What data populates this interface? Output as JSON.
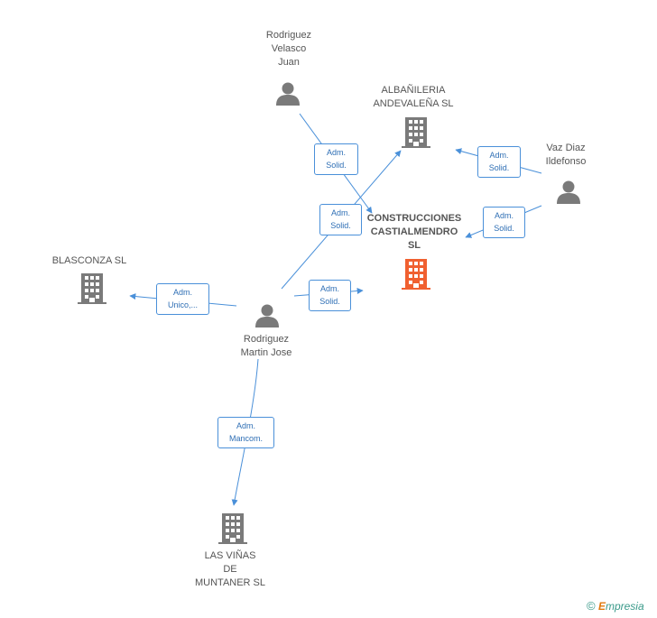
{
  "colors": {
    "edge": "#4a90d9",
    "node": "#7a7a7a",
    "main": "#f06030"
  },
  "nodes": {
    "rodriguez_velasco": {
      "label": "Rodriguez\nVelasco\nJuan",
      "icon": "person-icon"
    },
    "albanileria": {
      "label": "ALBAÑILERIA\nANDEVALEÑA SL",
      "icon": "building-icon"
    },
    "vaz_diaz": {
      "label": "Vaz Diaz\nIldefonso",
      "icon": "person-icon"
    },
    "construcciones": {
      "label": "CONSTRUCCIONES\nCASTIALMENDRO\nSL",
      "icon": "building-icon"
    },
    "blasconza": {
      "label": "BLASCONZA SL",
      "icon": "building-icon"
    },
    "rodriguez_martin": {
      "label": "Rodriguez\nMartin Jose",
      "icon": "person-icon"
    },
    "las_vinas": {
      "label": "LAS VIÑAS\nDE\nMUNTANER  SL",
      "icon": "building-icon"
    }
  },
  "edges": [
    {
      "label": "Adm.\nSolid."
    },
    {
      "label": "Adm.\nSolid."
    },
    {
      "label": "Adm.\nSolid."
    },
    {
      "label": "Adm.\nSolid."
    },
    {
      "label": "Adm.\nSolid."
    },
    {
      "label": "Adm.\nUnico,..."
    },
    {
      "label": "Adm.\nMancom."
    }
  ],
  "footer": {
    "symbol": "©",
    "brand_initial": "E",
    "brand_rest": "mpresia"
  }
}
